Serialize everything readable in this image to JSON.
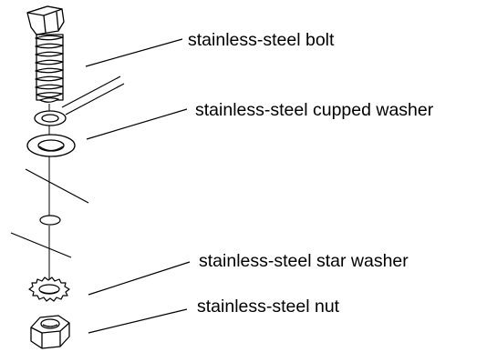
{
  "labels": {
    "bolt": "stainless-steel bolt",
    "cupped_washer": "stainless-steel cupped washer",
    "star_washer": "stainless-steel star washer",
    "nut": "stainless-steel nut"
  },
  "colors": {
    "line": "#000000",
    "background": "#ffffff"
  }
}
